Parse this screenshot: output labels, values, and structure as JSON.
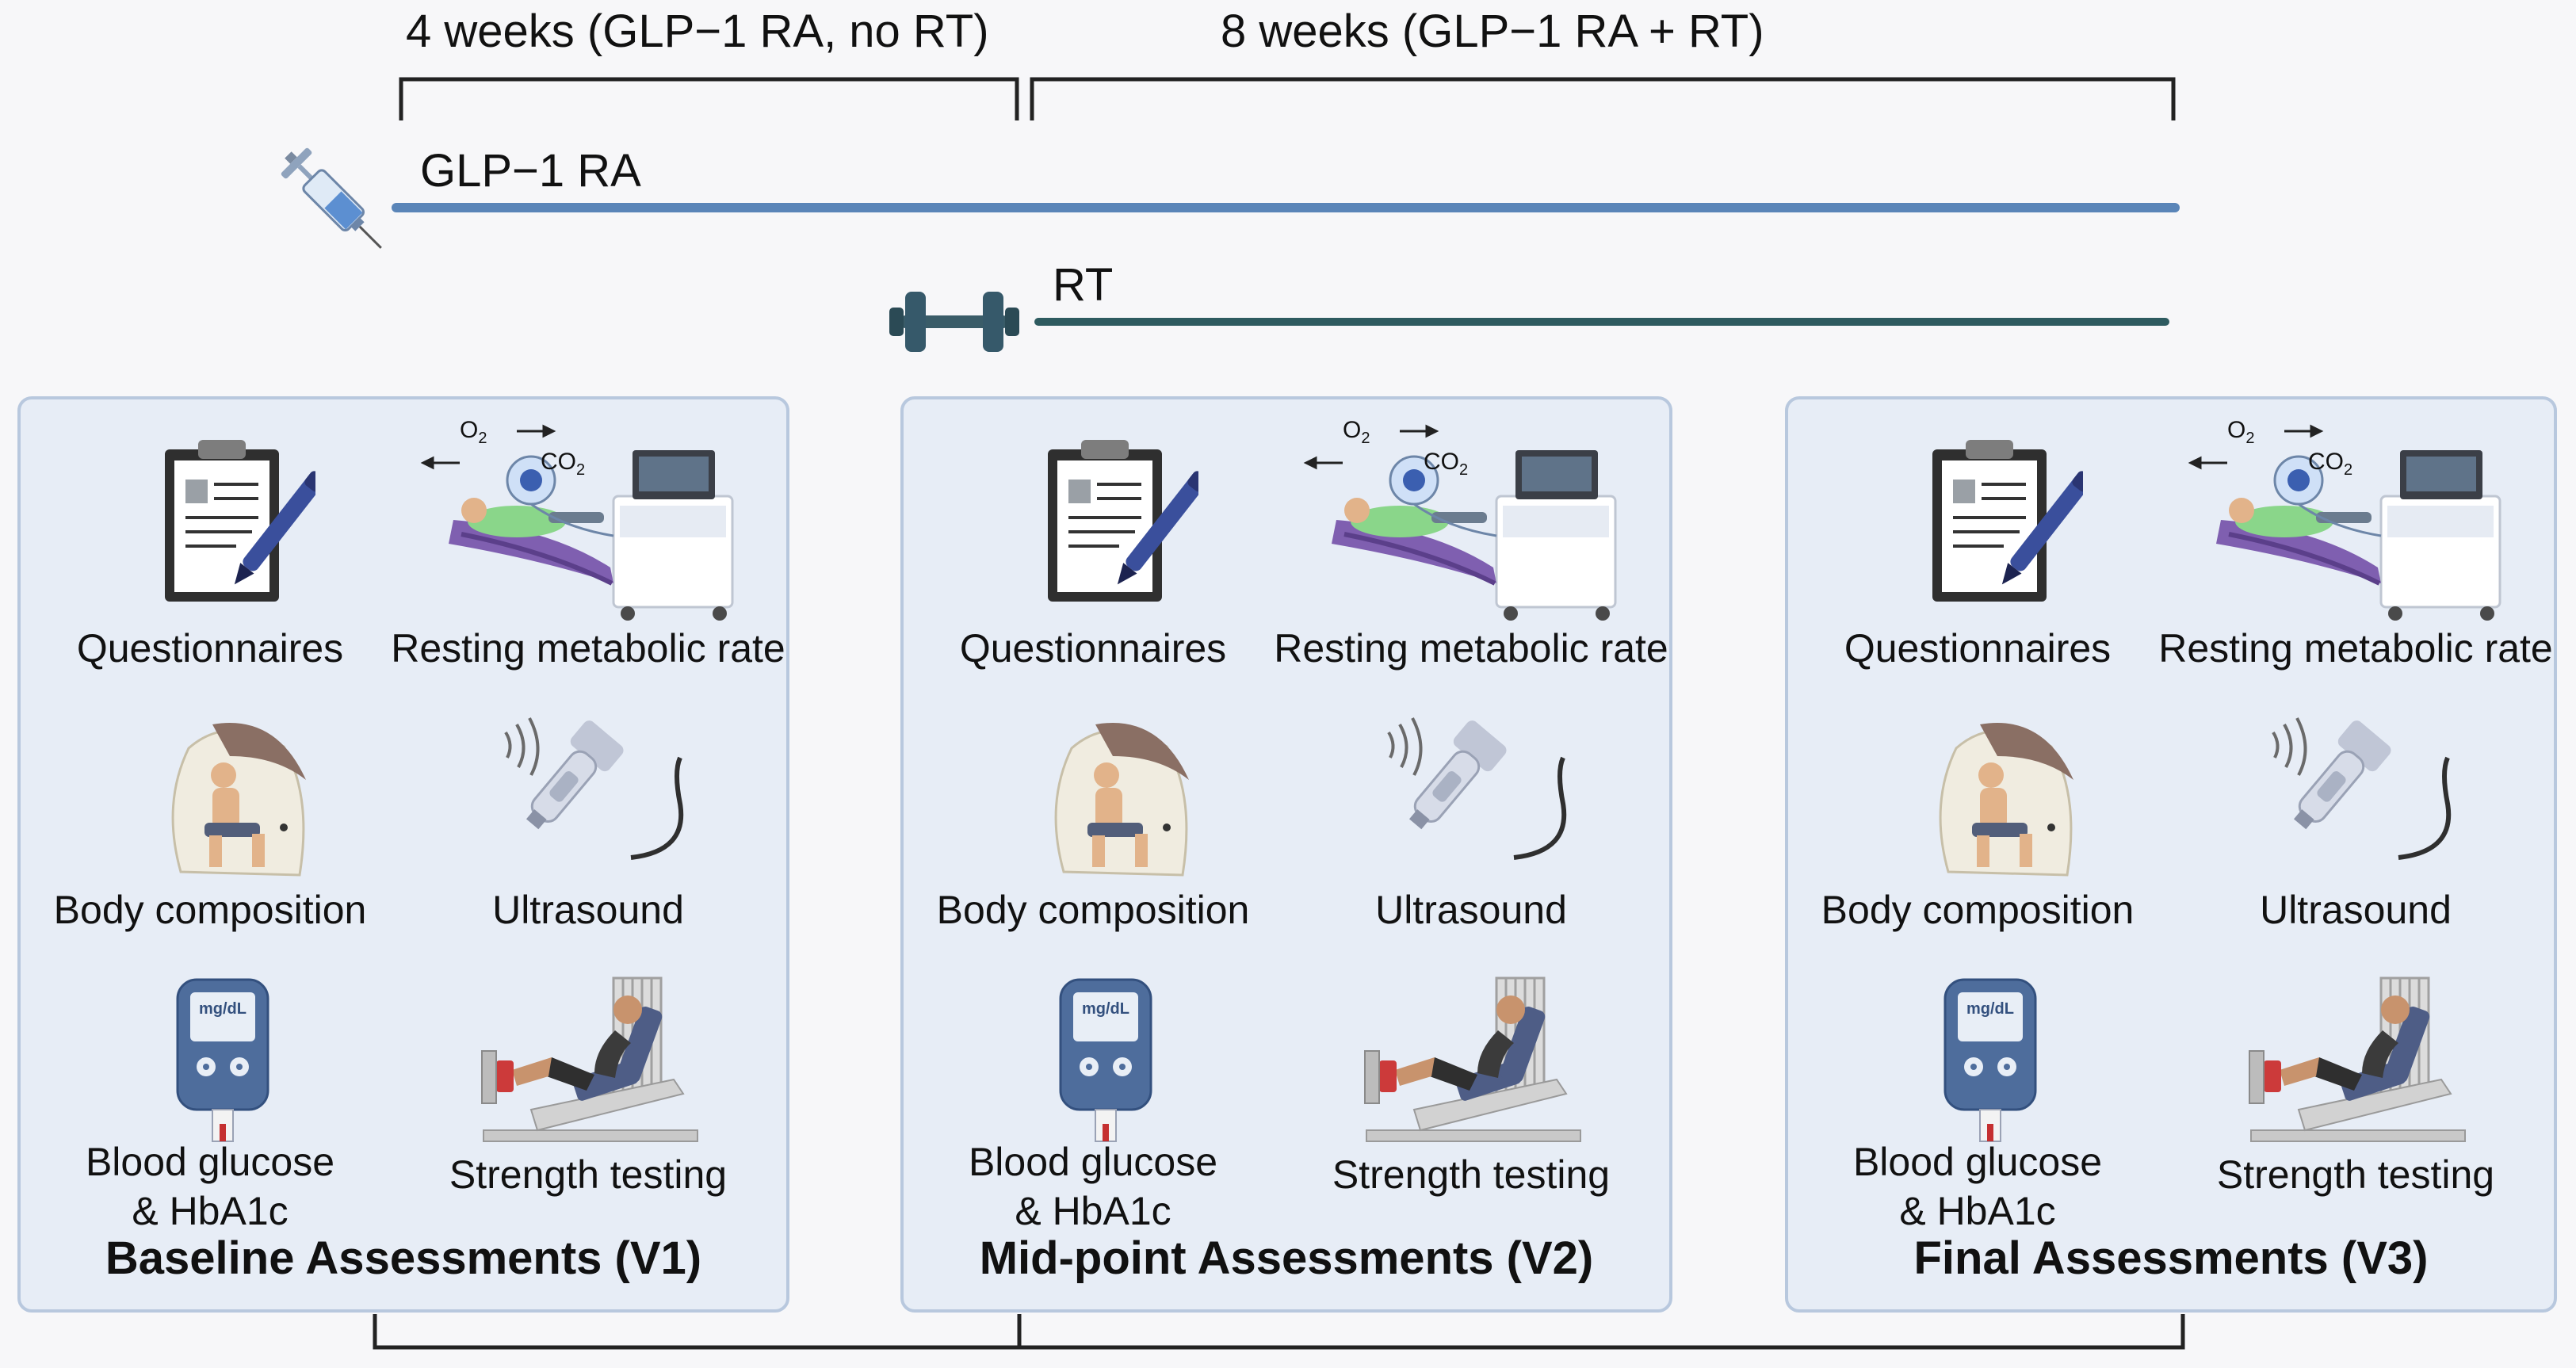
{
  "timeline": {
    "period1": "4 weeks (GLP−1 RA, no RT)",
    "period2": "8 weeks (GLP−1 RA + RT)",
    "glp_label": "GLP−1 RA",
    "rt_label": "RT"
  },
  "colors": {
    "glp_line": "#5a85b8",
    "rt_line": "#2e5b60",
    "panel_bg": "#e7edf6",
    "panel_border": "#b8c8de"
  },
  "icons": {
    "glp": "syringe-icon",
    "rt": "dumbbell-icon"
  },
  "panels": [
    {
      "title": "Baseline Assessments (V1)",
      "items": {
        "questionnaires": "Questionnaires",
        "rmr": "Resting metabolic rate",
        "o2": "O",
        "co2": "CO",
        "sub": "2",
        "body": "Body composition",
        "ultrasound": "Ultrasound",
        "glucose1": "Blood glucose",
        "glucose2": "& HbA1c",
        "mgdl": "mg/dL",
        "strength": "Strength testing"
      }
    },
    {
      "title": "Mid-point Assessments (V2)",
      "items": {
        "questionnaires": "Questionnaires",
        "rmr": "Resting metabolic rate",
        "o2": "O",
        "co2": "CO",
        "sub": "2",
        "body": "Body composition",
        "ultrasound": "Ultrasound",
        "glucose1": "Blood glucose",
        "glucose2": "& HbA1c",
        "mgdl": "mg/dL",
        "strength": "Strength testing"
      }
    },
    {
      "title": "Final Assessments (V3)",
      "items": {
        "questionnaires": "Questionnaires",
        "rmr": "Resting metabolic rate",
        "o2": "O",
        "co2": "CO",
        "sub": "2",
        "body": "Body composition",
        "ultrasound": "Ultrasound",
        "glucose1": "Blood glucose",
        "glucose2": "& HbA1c",
        "mgdl": "mg/dL",
        "strength": "Strength testing"
      }
    }
  ]
}
